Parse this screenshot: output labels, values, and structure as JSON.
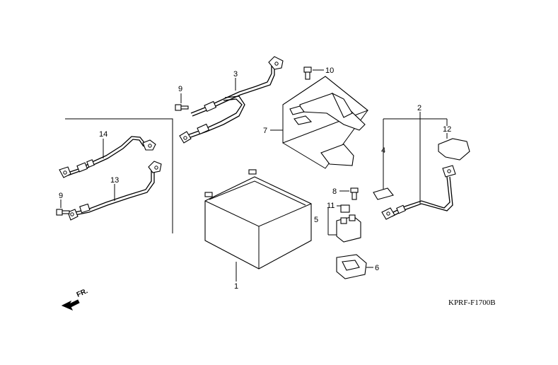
{
  "callouts": {
    "c1": "1",
    "c2": "2",
    "c3": "3",
    "c4": "4",
    "c5": "5",
    "c6": "6",
    "c7": "7",
    "c8": "8",
    "c9a": "9",
    "c9b": "9",
    "c10": "10",
    "c11": "11",
    "c12": "12",
    "c13": "13",
    "c14": "14"
  },
  "front_marker": {
    "label": "FR.",
    "icon": "front-direction-arrow-icon"
  },
  "drawing_code": "KPRF-F1700B",
  "parts": [
    {
      "ref": "1",
      "icon": "battery-icon"
    },
    {
      "ref": "2",
      "icon": "battery-cable-icon"
    },
    {
      "ref": "3",
      "icon": "battery-cable-icon"
    },
    {
      "ref": "4",
      "icon": "terminal-cover-icon"
    },
    {
      "ref": "5",
      "icon": "starter-relay-assembly-icon"
    },
    {
      "ref": "6",
      "icon": "relay-rubber-mount-icon"
    },
    {
      "ref": "7",
      "icon": "battery-holder-kit-icon"
    },
    {
      "ref": "8",
      "icon": "bolt-icon"
    },
    {
      "ref": "9",
      "icon": "bolt-icon"
    },
    {
      "ref": "10",
      "icon": "bolt-icon"
    },
    {
      "ref": "11",
      "icon": "fuse-icon"
    },
    {
      "ref": "12",
      "icon": "terminal-cover-icon"
    },
    {
      "ref": "13",
      "icon": "battery-cable-icon"
    },
    {
      "ref": "14",
      "icon": "battery-cable-icon"
    }
  ]
}
